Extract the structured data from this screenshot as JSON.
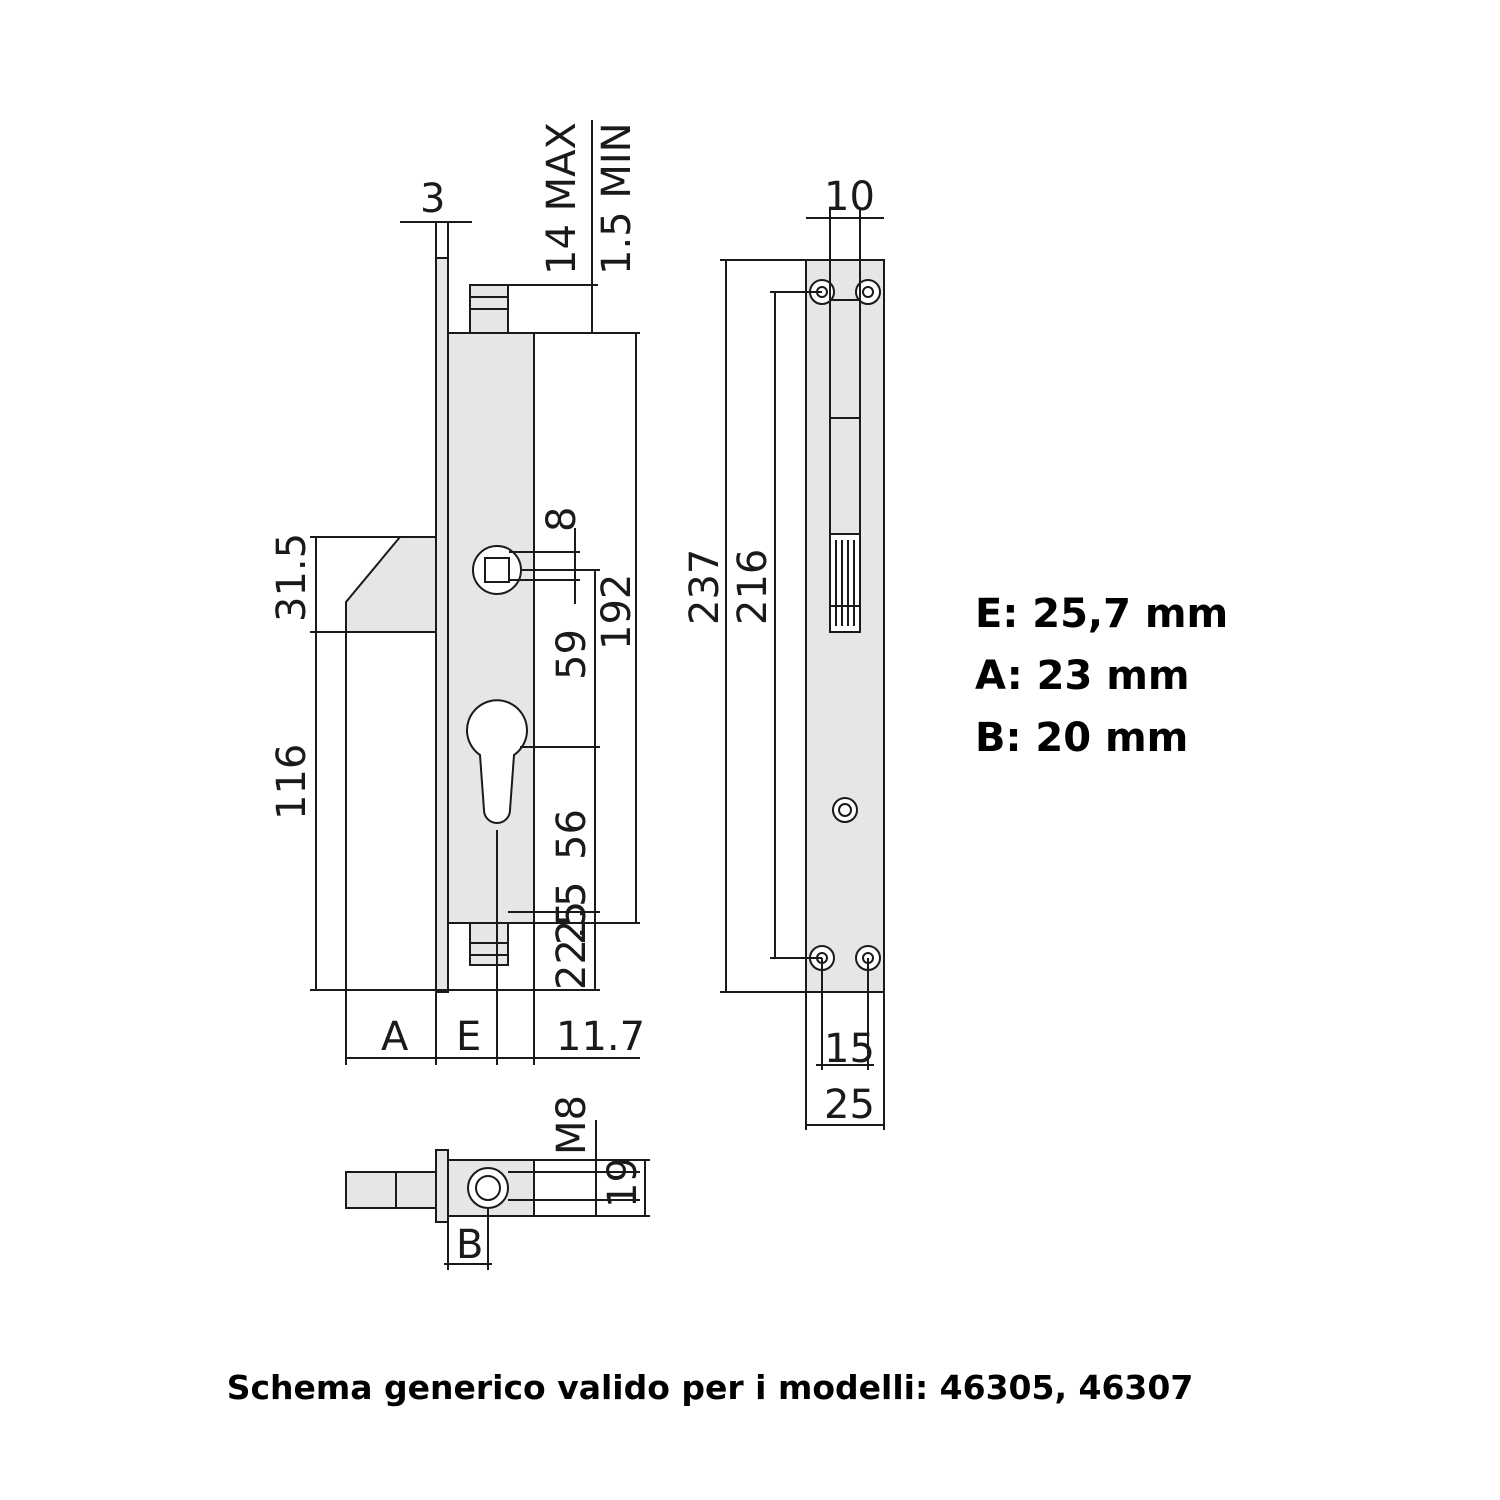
{
  "dimensions": {
    "side_view": {
      "plate_thickness": "3",
      "bolt_max": "14 MAX",
      "bolt_min": "1.5 MIN",
      "latch_height": "31.5",
      "backset_height": "116",
      "square_spindle": "8",
      "spindle_to_cylinder": "59",
      "case_height": "192",
      "cylinder_to_bottom": "56",
      "bottom_offset": "2.5",
      "bottom_bolt": "22.5",
      "width_a": "A",
      "width_e": "E",
      "width_right": "11.7"
    },
    "front_view": {
      "hole_spacing_top": "10",
      "overall_height": "237",
      "hole_centers": "216",
      "hole_spacing_bottom": "15",
      "faceplate_width": "25"
    },
    "bolt_view": {
      "thread": "M8",
      "bolt_height": "19",
      "width_b": "B"
    }
  },
  "specs": [
    {
      "label": "E: 25,7 mm"
    },
    {
      "label": "A: 23 mm"
    },
    {
      "label": "B: 20 mm"
    }
  ],
  "caption": "Schema generico valido per i modelli: 46305, 46307",
  "colors": {
    "line": "#1a1a1a",
    "fill": "#e6e6e6"
  }
}
